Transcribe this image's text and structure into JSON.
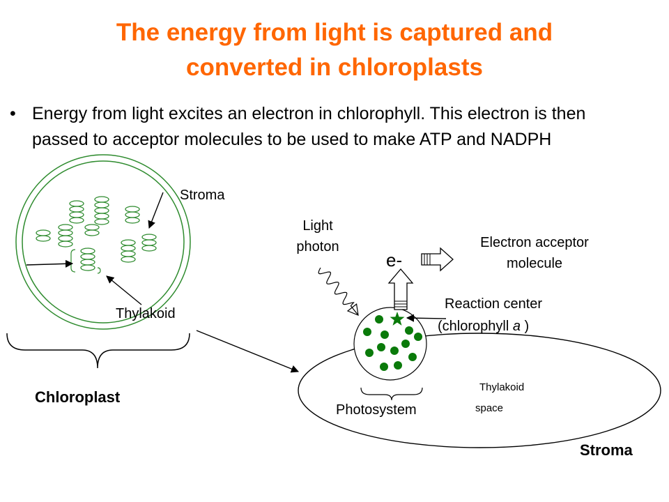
{
  "title": {
    "line1": "The energy from light is captured and",
    "line2": "converted in chloroplasts"
  },
  "bullet": {
    "symbol": "•",
    "text": "Energy from light excites an electron in chlorophyll. This electron is then passed to acceptor molecules to be used to make ATP and NADPH"
  },
  "labels": {
    "stroma_top": "Stroma",
    "thylakoid": "Thylakoid",
    "chloroplast": "Chloroplast",
    "light_line1": "Light",
    "light_line2": "photon",
    "electron": "e-",
    "acceptor_line1": "Electron acceptor",
    "acceptor_line2": "molecule",
    "reaction_line1": "Reaction center",
    "reaction_line2_prefix": "(chlorophyll ",
    "reaction_line2_italic": "a",
    "reaction_line2_suffix": " )",
    "photosystem": "Photosystem",
    "thylakoid_space_line1": "Thylakoid",
    "thylakoid_space_line2": "space",
    "stroma_bottom": "Stroma"
  },
  "colors": {
    "title": "#ff6600",
    "chloroplast_outline": "#2e8b2e",
    "chlorophyll_dot": "#0a7a0a",
    "line": "#000000"
  },
  "icons": [
    "wavy-arrow-icon",
    "hollow-arrow-up-icon",
    "hollow-arrow-right-icon",
    "star-icon"
  ]
}
